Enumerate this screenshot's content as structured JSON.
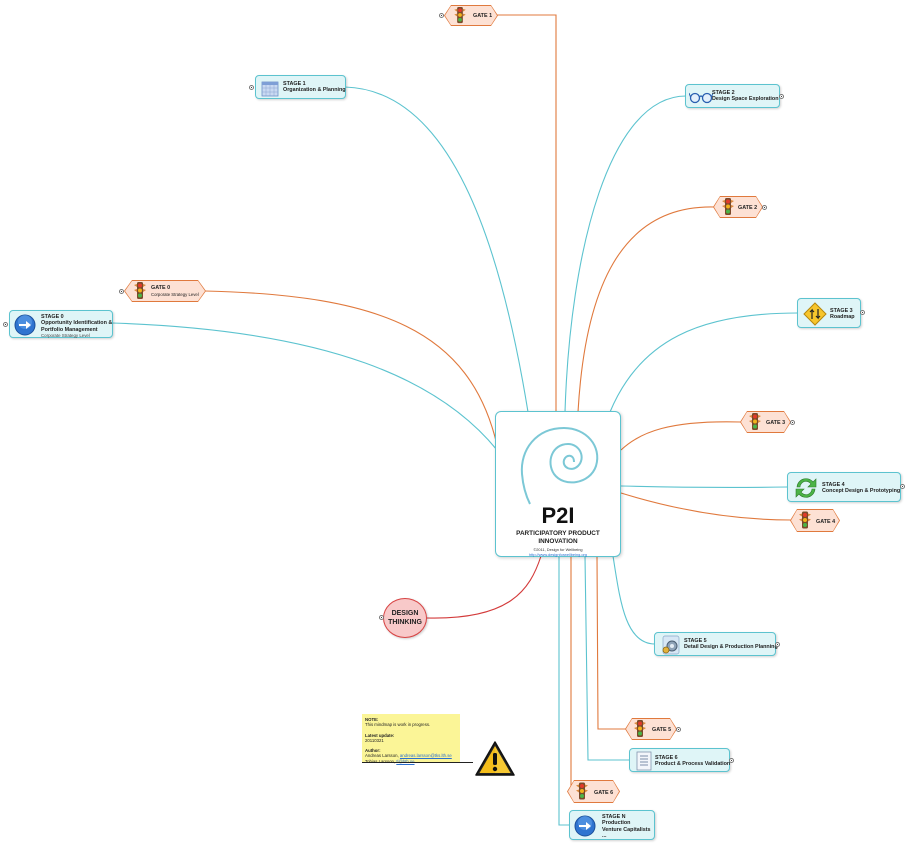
{
  "central": {
    "title": "P2I",
    "subtitle_line1": "PARTICIPATORY PRODUCT",
    "subtitle_line2": "INNOVATION",
    "note_line1": "©2011, Design for Wellbeing",
    "note_link": "http://www.designforwellbeing.org"
  },
  "design_thinking": {
    "line1": "DESIGN",
    "line2": "THINKING"
  },
  "stages": [
    {
      "title": "STAGE 0",
      "sub1": "Opportunity Identification &",
      "sub2": "Portfolio Management",
      "small": "Corporate Strategy Level",
      "icon": "blue-arrow-icon"
    },
    {
      "title": "STAGE 1",
      "sub1": "Organization & Planning",
      "icon": "calendar-icon"
    },
    {
      "title": "STAGE 2",
      "sub1": "Design Space Exploration",
      "icon": "glasses-icon"
    },
    {
      "title": "STAGE 3",
      "sub1": "Roadmap",
      "icon": "road-sign-icon"
    },
    {
      "title": "STAGE 4",
      "sub1": "Concept Design & Prototyping",
      "icon": "recycle-arrows-icon"
    },
    {
      "title": "STAGE 5",
      "sub1": "Detail Design & Production Planning",
      "icon": "gears-icon"
    },
    {
      "title": "STAGE 6",
      "sub1": "Product & Process Validation",
      "icon": "checklist-icon"
    },
    {
      "title": "STAGE N",
      "sub1": "Production",
      "sub2": "Venture Capitalists",
      "small": "...",
      "icon": "blue-arrow-icon"
    }
  ],
  "gates": [
    {
      "title": "GATE 0",
      "small": "Corporate Strategy Level"
    },
    {
      "title": "GATE 1"
    },
    {
      "title": "GATE 2"
    },
    {
      "title": "GATE 3"
    },
    {
      "title": "GATE 4"
    },
    {
      "title": "GATE 5"
    },
    {
      "title": "GATE 6"
    }
  ],
  "note": {
    "heading": "NOTE:",
    "line1": "This mindmap is work in progress.",
    "update_label": "Latest update:",
    "update_value": "20110321",
    "author_label": "Author:",
    "author1_name": "Andreas Larsson,",
    "author1_email": "andreas.larsson@tks.lth.se",
    "author2_name": "Tobias Larsson,",
    "author2_email": "tl@bth.se",
    "icon": "warning-icon"
  },
  "colors": {
    "stage_link": "#5cc3cf",
    "gate_link": "#e0793d",
    "design_link": "#d33a3a",
    "stage_fill": "#dff5f7",
    "gate_fill": "#fde1d4"
  }
}
